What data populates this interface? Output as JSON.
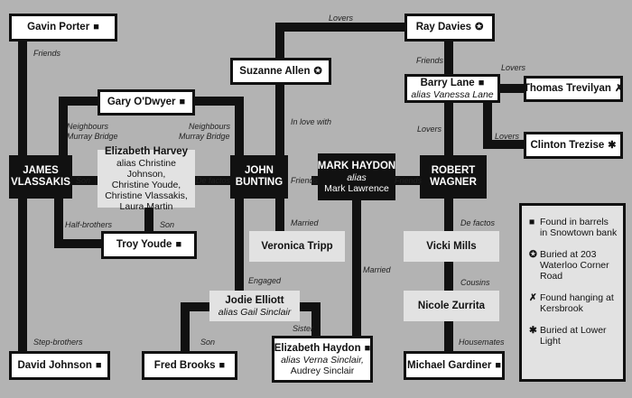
{
  "people": {
    "gavin_porter": {
      "name": "Gavin Porter"
    },
    "ray_davies": {
      "name": "Ray Davies"
    },
    "suzanne_allen": {
      "name": "Suzanne Allen"
    },
    "barry_lane": {
      "name": "Barry Lane",
      "alias": "alias Vanessa Lane"
    },
    "thomas_trevilyan": {
      "name": "Thomas Trevilyan"
    },
    "gary_odwyer": {
      "name": "Gary O'Dwyer"
    },
    "clinton_trezise": {
      "name": "Clinton Trezise"
    },
    "james_vlassakis": {
      "name_1": "JAMES",
      "name_2": "VLASSAKIS"
    },
    "elizabeth_harvey": {
      "name": "Elizabeth Harvey",
      "alias_1": "alias Christine Johnson,",
      "alias_2": "Christine Youde,",
      "alias_3": "Christine Vlassakis,",
      "alias_4": "Laura Martin"
    },
    "john_bunting": {
      "name_1": "JOHN",
      "name_2": "BUNTING"
    },
    "mark_haydon": {
      "name": "MARK HAYDON",
      "alias_1": "alias",
      "alias_2": "Mark Lawrence"
    },
    "robert_wagner": {
      "name_1": "ROBERT",
      "name_2": "WAGNER"
    },
    "troy_youde": {
      "name": "Troy Youde"
    },
    "veronica_tripp": {
      "name": "Veronica Tripp"
    },
    "vicki_mills": {
      "name": "Vicki Mills"
    },
    "jodie_elliott": {
      "name": "Jodie Elliott",
      "alias": "alias Gail Sinclair"
    },
    "nicole_zurrita": {
      "name": "Nicole Zurrita"
    },
    "david_johnson": {
      "name": "David Johnson"
    },
    "fred_brooks": {
      "name": "Fred Brooks"
    },
    "elizabeth_haydon": {
      "name": "Elizabeth Haydon",
      "alias_1": "alias Verna Sinclair,",
      "alias_2": "Audrey Sinclair"
    },
    "michael_gardiner": {
      "name": "Michael Gardiner"
    }
  },
  "relations": {
    "lovers_top": "Lovers",
    "friends_gavin": "Friends",
    "friends_barry": "Friends",
    "lovers_thomas": "Lovers",
    "in_love_with": "In love with",
    "neighbours_left_1": "Neighbours",
    "neighbours_left_2": "Murray Bridge",
    "neighbours_right_1": "Neighbours",
    "neighbours_right_2": "Murray Bridge",
    "lovers_barry_robert": "Lovers",
    "lovers_clinton": "Lovers",
    "son_james": "Son",
    "de_factos_john": "De factos",
    "friends_john_mark": "Friends",
    "friends_mark_robert": "Friends",
    "half_brothers": "Half-brothers",
    "son_troy": "Son",
    "married_veronica": "Married",
    "de_factos_vicki": "De factos",
    "married_mark": "Married",
    "engaged": "Engaged",
    "cousins": "Cousins",
    "son_fred": "Son",
    "sister": "Sister",
    "step_brothers": "Step-brothers",
    "housemates": "Housemates"
  },
  "symbols": {
    "square": "■",
    "circle": "✪",
    "cross": "✗",
    "star": "✱"
  },
  "legend": {
    "item_1": "Found in barrels in Snowtown bank",
    "item_2": "Buried at 203 Waterloo Corner Road",
    "item_3": "Found hanging at Kersbrook",
    "item_4": "Buried at Lower Light"
  }
}
